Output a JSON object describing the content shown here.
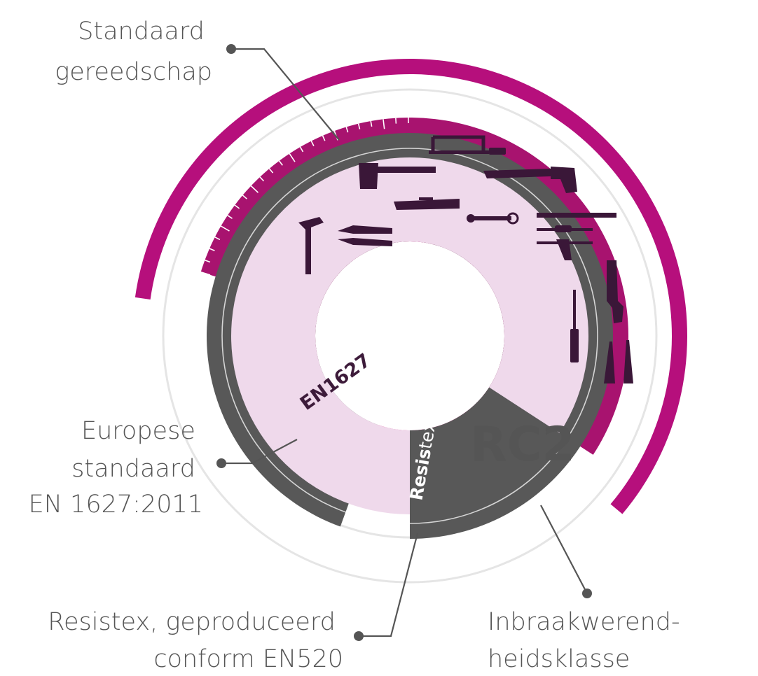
{
  "colors": {
    "outer_arc": "#b60f7c",
    "tools_segment": "#a8136f",
    "en_segment": "#e20f80",
    "resistex_segment": "#585858",
    "rc2_segment": "#efd9eb",
    "label_text": "#555555",
    "thin_rings": "#e5e5e5"
  },
  "labels": {
    "tools": [
      "Standaard",
      "gereedschap"
    ],
    "european": [
      "Europese",
      "standaard",
      "EN 1627:2011"
    ],
    "resistex": [
      "Resistex, geproduceerd",
      "conform EN520"
    ],
    "class": [
      "Inbraakwerend-",
      "heidsklasse"
    ]
  },
  "segments": {
    "en": "EN1627",
    "resistex_bold": "Resis",
    "resistex_light": "tex",
    "rc": "RC2"
  },
  "icons": [
    "hacksaw-icon",
    "axe-icon",
    "handsaw-icon",
    "utility-knife-icon",
    "wrench-icon",
    "hammer-icon",
    "pincers-icon",
    "crowbar-icon",
    "screwdriver-pair-icon",
    "pipe-wrench-icon",
    "screwdriver-icon",
    "chisel-icon"
  ]
}
